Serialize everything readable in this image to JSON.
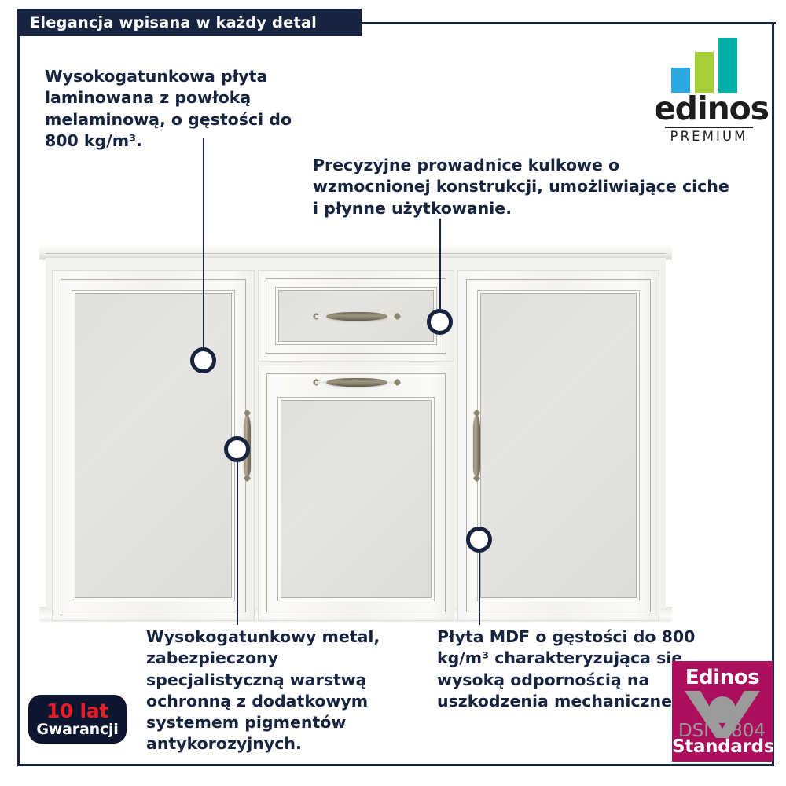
{
  "header": {
    "title": "Elegancja wpisana w każdy detal",
    "title_bg": "#16243f"
  },
  "brand_logo": {
    "wordmark": "edinos",
    "subtitle": "PREMIUM",
    "bar_colors": [
      "#29abe2",
      "#a6ce39",
      "#00b0a6"
    ]
  },
  "callouts": [
    {
      "id": "laminate",
      "text": "Wysokogatunkowa płyta laminowana z powłoką melaminową, o gęstości do 800 kg/m³."
    },
    {
      "id": "runners",
      "text": "Precyzyjne prowadnice kulkowe o wzmocnionej konstrukcji, umożliwiające ciche i płynne użytkowanie."
    },
    {
      "id": "metal",
      "text": "Wysokogatunkowy metal, zabezpieczony specjalistyczną warstwą ochronną z dodatkowym systemem pigmentów antykorozyjnych."
    },
    {
      "id": "mdf",
      "text": "Płyta MDF o gęstości do 800 kg/m³ charakteryzująca się wysoką odpornością na uszkodzenia mechaniczne."
    }
  ],
  "warranty_badge": {
    "years": "10 lat",
    "label": "Gwarancji",
    "bg": "#0c1630",
    "accent": "#ed1c24"
  },
  "dsi_badge": {
    "brand": "Edinos",
    "code_left": "DSI",
    "code_right": "804",
    "label": "Standards",
    "bg": "#ad0f5c"
  },
  "product": {
    "name": "komoda",
    "doors": [
      "left-door",
      "center-door",
      "right-door"
    ],
    "drawer": "center-drawer"
  },
  "theme": {
    "navy": "#16243f",
    "white": "#ffffff"
  }
}
